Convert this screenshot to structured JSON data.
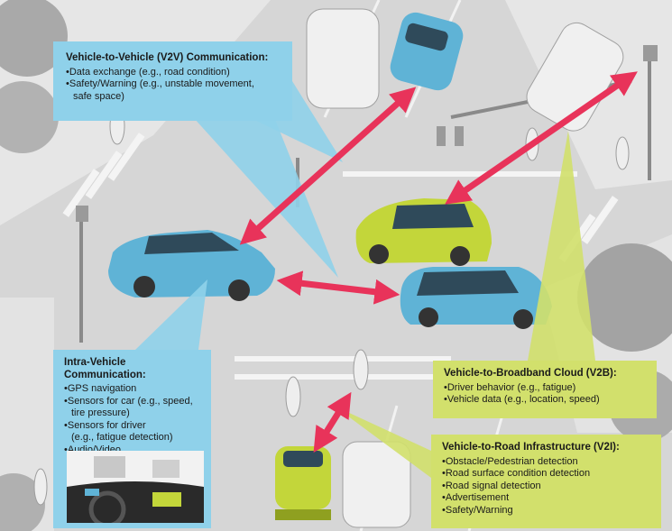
{
  "v2v": {
    "title": "Vehicle-to-Vehicle (V2V) Communication:",
    "items": [
      "•Data exchange (e.g., road condition)",
      "•Safety/Warning (e.g., unstable movement,",
      "safe space)"
    ]
  },
  "intra": {
    "title": "Intra-Vehicle Communication:",
    "items": [
      "•GPS navigation",
      "•Sensors for car (e.g., speed,",
      "tire pressure)",
      "•Sensors for driver",
      "(e.g., fatigue detection)",
      "•Audio/Video"
    ]
  },
  "v2b": {
    "title": "Vehicle-to-Broadband Cloud (V2B):",
    "items": [
      "•Driver behavior (e.g., fatigue)",
      "•Vehicle data (e.g., location, speed)"
    ]
  },
  "v2i": {
    "title": "Vehicle-to-Road Infrastructure (V2I):",
    "items": [
      "•Obstacle/Pedestrian detection",
      "•Road surface condition detection",
      "•Road signal detection",
      "•Advertisement",
      "•Safety/Warning"
    ]
  },
  "colors": {
    "callout_blue": "#8fd1ea",
    "callout_green": "#d2e06c",
    "arrow_red": "#e8335a",
    "car_blue": "#5fb3d6",
    "car_green": "#c3d63a",
    "road": "#cfcfcf"
  }
}
